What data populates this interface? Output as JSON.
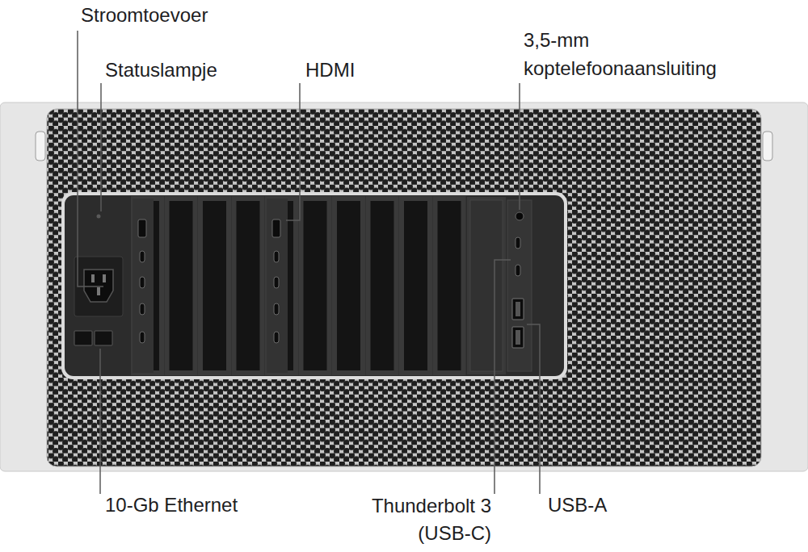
{
  "diagram": {
    "labels": [
      "Stroomtoevoer",
      "Statuslampje",
      "HDMI",
      "3,5-mm koptelefoonaansluiting",
      "10-Gb Ethernet",
      "Thunderbolt 3 (USB-C)",
      "USB-A"
    ]
  }
}
